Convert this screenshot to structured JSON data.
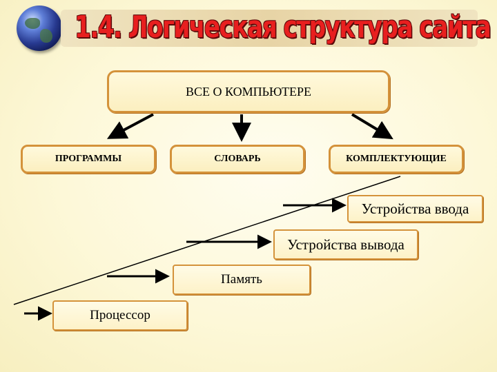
{
  "title": "1.4. Логическая структура сайта",
  "root": "ВСЕ О КОМПЬЮТЕРЕ",
  "categories": [
    "ПРОГРАММЫ",
    "СЛОВАРЬ",
    "КОМПЛЕКТУЮЩИЕ"
  ],
  "components": [
    "Устройства ввода",
    "Устройства вывода",
    "Память",
    "Процессор"
  ]
}
